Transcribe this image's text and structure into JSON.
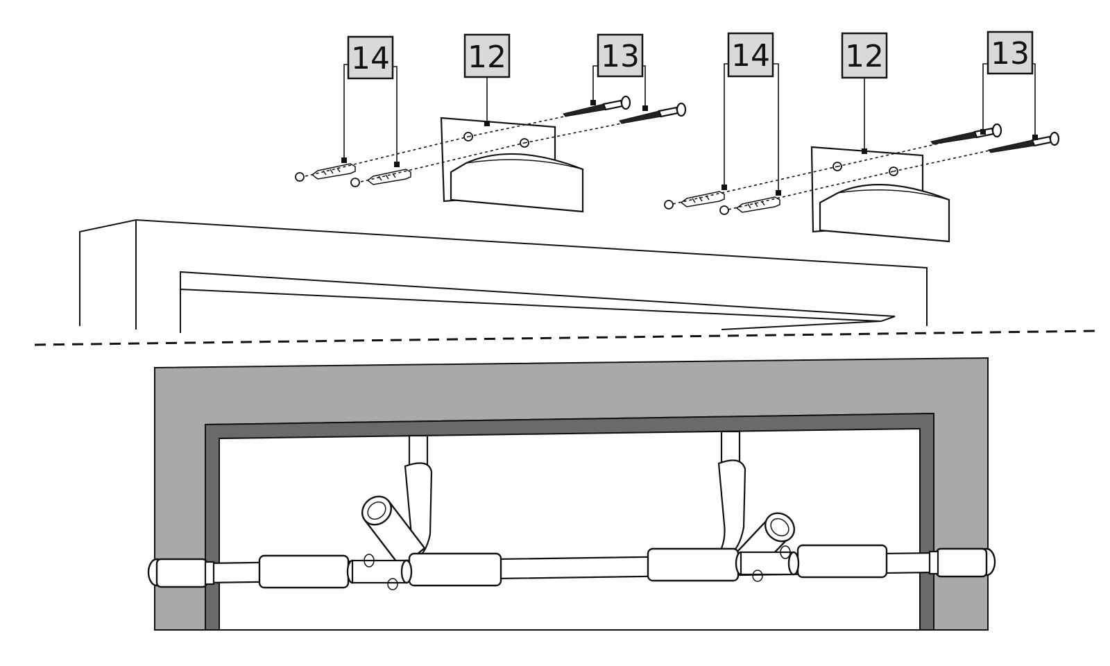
{
  "labels": {
    "left_anchor": "14",
    "left_bracket": "12",
    "left_screw": "13",
    "right_anchor": "14",
    "right_bracket": "12",
    "right_screw": "13"
  },
  "colors": {
    "wall": "#a9a9a9",
    "door_trim": "#6a6a6a",
    "label_fill": "#d9d9d9",
    "line": "#111111"
  }
}
